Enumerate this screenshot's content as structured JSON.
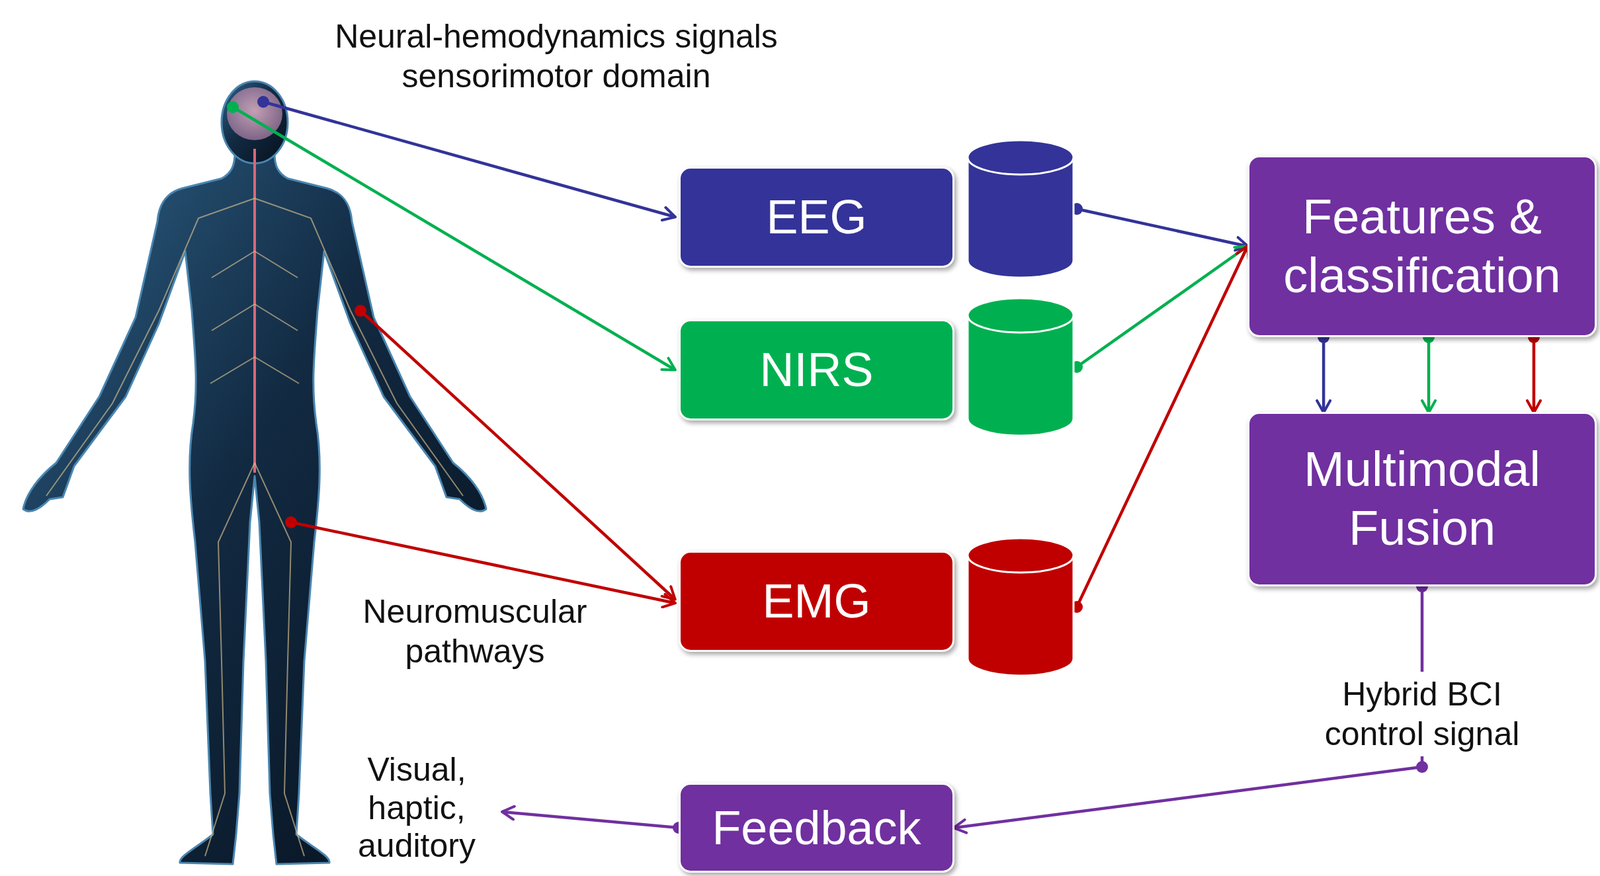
{
  "diagram": {
    "nodes": [
      {
        "text": [
          "EEG"
        ]
      },
      {
        "text": [
          "NIRS"
        ]
      },
      {
        "text": [
          "EMG"
        ]
      },
      {
        "text": [
          "Features & classification"
        ]
      },
      {
        "text": [
          "Multimodal Fusion"
        ]
      },
      {
        "text": [
          "Feedback"
        ]
      }
    ],
    "edges": [
      {
        "from": 0,
        "to": 3,
        "arrow": "to"
      },
      {
        "from": 1,
        "to": 3,
        "arrow": "to"
      },
      {
        "from": 2,
        "to": 3,
        "arrow": "to"
      },
      {
        "from": 3,
        "to": 4,
        "arrow": "to"
      },
      {
        "from": 3,
        "to": 4,
        "arrow": "to"
      },
      {
        "from": 3,
        "to": 4,
        "arrow": "to"
      },
      {
        "from": 4,
        "to": 5,
        "arrow": "to",
        "label": "Hybrid BCI control signal"
      }
    ],
    "labels": [
      "Neural-hemodynamics signals sensorimotor domain",
      "Neuromuscular pathways",
      "Visual, haptic, auditory"
    ]
  }
}
